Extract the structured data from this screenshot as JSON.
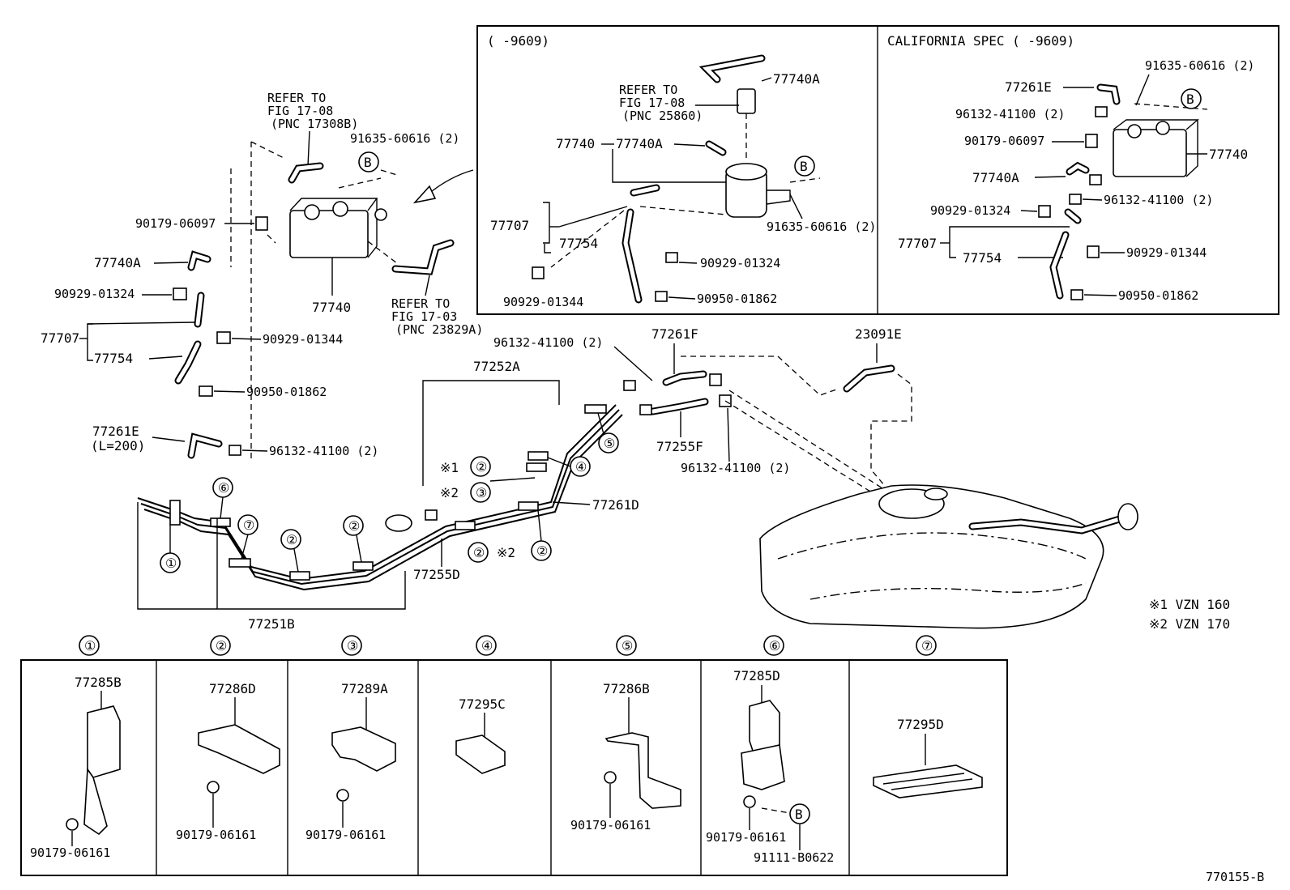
{
  "inset_left": {
    "title": "(     -9609)",
    "labels": [
      "77740A",
      "REFER TO",
      "FIG 17-08",
      "(PNC 25860)",
      "77740",
      "77740A",
      "91635-60616 (2)",
      "77707",
      "77754",
      "90929-01324",
      "90929-01344",
      "90950-01862"
    ]
  },
  "inset_right": {
    "title": "CALIFORNIA SPEC (     -9609)",
    "labels": [
      "91635-60616 (2)",
      "77261E",
      "96132-41100 (2)",
      "90179-06097",
      "77740",
      "77740A",
      "96132-41100 (2)",
      "90929-01324",
      "77707",
      "77754",
      "90929-01344",
      "90950-01862"
    ]
  },
  "main": {
    "labels": [
      "REFER TO",
      "FIG 17-08",
      "(PNC 17308B)",
      "91635-60616 (2)",
      "90179-06097",
      "77740A",
      "77740",
      "REFER TO",
      "FIG 17-03",
      "(PNC 23829A)",
      "90929-01324",
      "77707",
      "90929-01344",
      "77754",
      "90950-01862",
      "77261E",
      "(L=200)",
      "96132-41100 (2)",
      "77252A",
      "96132-41100 (2)",
      "77261F",
      "23091E",
      "77255F",
      "96132-41100 (2)",
      "77261D",
      "77255D",
      "77251B"
    ]
  },
  "callouts": {
    "b_mark": "B",
    "n1": "①",
    "n2": "②",
    "n3": "③",
    "n4": "④",
    "n5": "⑤",
    "n6": "⑥",
    "n7": "⑦",
    "ref1": "※1",
    "ref2": "※2"
  },
  "notes": {
    "v1": "※1 VZN 160",
    "v2": "※2 VZN 170"
  },
  "clamp_table": {
    "headers": [
      "①",
      "②",
      "③",
      "④",
      "⑤",
      "⑥",
      "⑦"
    ],
    "parts": [
      "77285B",
      "77286D",
      "77289A",
      "77295C",
      "77286B",
      "77285D",
      "77295D"
    ],
    "bolts": [
      "90179-06161",
      "90179-06161",
      "90179-06161",
      "90179-06161",
      "90179-06161",
      "91111-B0622"
    ]
  },
  "figure_id": "770155-B"
}
